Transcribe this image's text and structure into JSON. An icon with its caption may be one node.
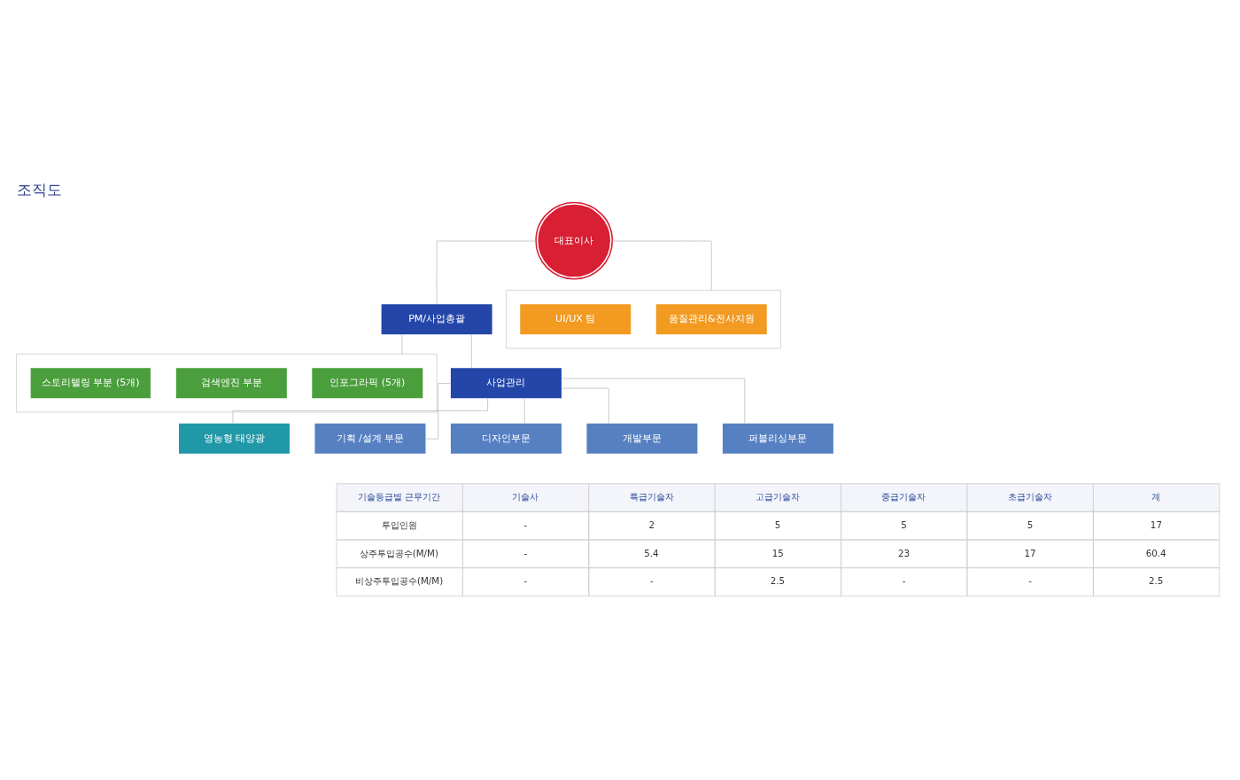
{
  "diagram": {
    "title": "조직도",
    "nodes": [
      {
        "text": [
          "대표이사"
        ]
      },
      {
        "text": [
          "PM/사업총괄"
        ]
      },
      {
        "text": [],
        "shape": "box"
      },
      {
        "text": [
          "품질관리&전사지원"
        ],
        "in": 2
      },
      {
        "text": [
          "UI/UX 팀"
        ],
        "in": 2
      },
      {
        "text": [],
        "shape": "box"
      },
      {
        "text": [
          "인포그라픽 (5개)"
        ],
        "in": 5
      },
      {
        "text": [
          "검색엔진 부분"
        ],
        "in": 5
      },
      {
        "text": [
          "스토리텔링 부분 (5개)"
        ],
        "in": 5
      },
      {
        "text": [
          "사업관리"
        ]
      },
      {
        "text": [
          "영농형 태양광"
        ]
      },
      {
        "text": [
          "기획 /설계 부문"
        ]
      },
      {
        "text": [
          "디자인부문"
        ]
      },
      {
        "text": [
          "개발부문"
        ]
      },
      {
        "text": [
          "퍼블리싱부문"
        ]
      }
    ],
    "edges": [
      {
        "from": 0,
        "to": 1,
        "arrow": "none"
      },
      {
        "from": 0,
        "to": 2,
        "arrow": "none"
      },
      {
        "from": 1,
        "to": 5,
        "arrow": "none"
      },
      {
        "from": 1,
        "to": 9,
        "arrow": "none"
      },
      {
        "from": 9,
        "to": 10,
        "arrow": "none"
      },
      {
        "from": 9,
        "to": 11,
        "arrow": "none"
      },
      {
        "from": 9,
        "to": 12,
        "arrow": "none"
      },
      {
        "from": 9,
        "to": 13,
        "arrow": "none"
      },
      {
        "from": 9,
        "to": 14,
        "arrow": "none"
      }
    ],
    "labels": [
      "기술등급별 근무기간",
      "기술사",
      "특급기술자",
      "고급기술자",
      "중급기술자",
      "초급기술자",
      "계",
      "투입인원",
      "-",
      "2",
      "5",
      "5",
      "5",
      "17",
      "상주투입공수(M/M)",
      "-",
      "5.4",
      "15",
      "23",
      "17",
      "60.4",
      "비상주투입공수(M/M)",
      "-",
      "-",
      "2.5",
      "-",
      "-",
      "2.5"
    ]
  }
}
